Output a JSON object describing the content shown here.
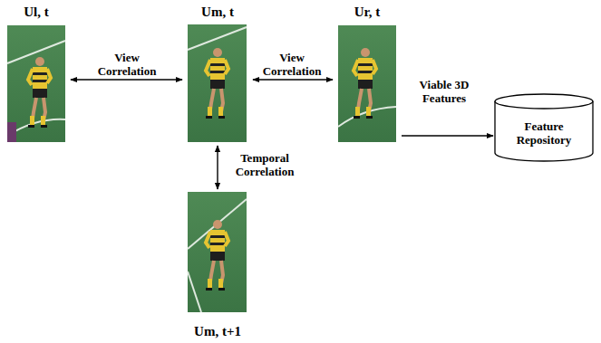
{
  "diagram": {
    "nodes": [
      {
        "text": [
          "Ul, t"
        ]
      },
      {
        "text": [
          "Um, t"
        ]
      },
      {
        "text": [
          "Ur, t"
        ]
      },
      {
        "text": [
          "Um, t+1"
        ]
      },
      {
        "text": [
          "Feature Repository"
        ]
      }
    ],
    "edges": [
      {
        "from": 0,
        "to": 1,
        "label": "View Correlation",
        "arrow": "both"
      },
      {
        "from": 1,
        "to": 2,
        "label": "View Correlation",
        "arrow": "both"
      },
      {
        "from": 1,
        "to": 3,
        "label": "Temporal Correlation",
        "arrow": "both"
      },
      {
        "from": 2,
        "to": 4,
        "label": "Viable 3D Features",
        "arrow": "to"
      }
    ]
  }
}
